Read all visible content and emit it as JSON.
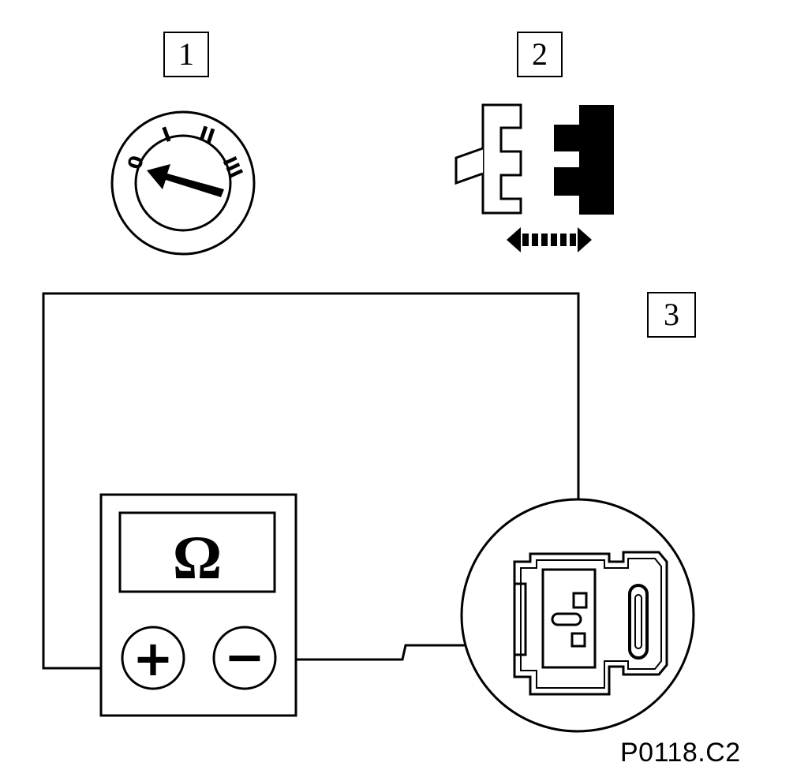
{
  "labels": {
    "step_1": "1",
    "step_2": "2",
    "step_3": "3"
  },
  "dial": {
    "positions": [
      "0",
      "I",
      "II",
      "III"
    ],
    "selected_position": "0"
  },
  "meter": {
    "symbol": "Ω",
    "plus": "+",
    "minus": "−"
  },
  "figure_code": "P0118.C2"
}
